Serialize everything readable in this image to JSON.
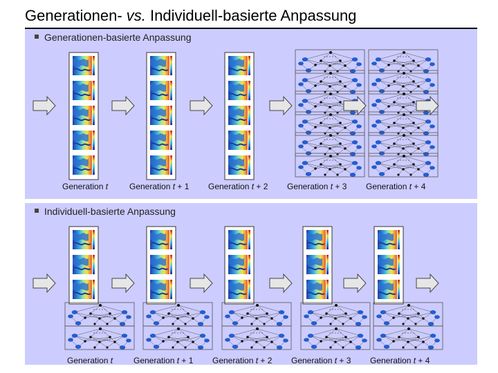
{
  "title": {
    "main": "Generationen- ",
    "italic": "vs.",
    "rest": " Individuell-basierte Anpassung"
  },
  "sections": [
    {
      "heading": "Generationen-basierte Anpassung",
      "generations": [
        {
          "prefix": "Generation ",
          "var": "t",
          "suffix": ""
        },
        {
          "prefix": "Generation ",
          "var": "t",
          "suffix": " + 1"
        },
        {
          "prefix": "Generation ",
          "var": "t",
          "suffix": " + 2"
        },
        {
          "prefix": "Generation ",
          "var": "t",
          "suffix": " + 3"
        },
        {
          "prefix": "Generation ",
          "var": "t",
          "suffix": " + 4"
        }
      ]
    },
    {
      "heading": "Individuell-basierte Anpassung",
      "generations": [
        {
          "prefix": "Generation ",
          "var": "t",
          "suffix": ""
        },
        {
          "prefix": "Generation ",
          "var": "t",
          "suffix": " + 1"
        },
        {
          "prefix": "Generation ",
          "var": "t",
          "suffix": " + 2"
        },
        {
          "prefix": "Generation ",
          "var": "t",
          "suffix": " + 3"
        },
        {
          "prefix": "Generation ",
          "var": "t",
          "suffix": " + 4"
        }
      ]
    }
  ],
  "colors": {
    "panel": "#ccccff",
    "arrow_fill": "#e6e6e6",
    "node": "#1f5fd6"
  }
}
